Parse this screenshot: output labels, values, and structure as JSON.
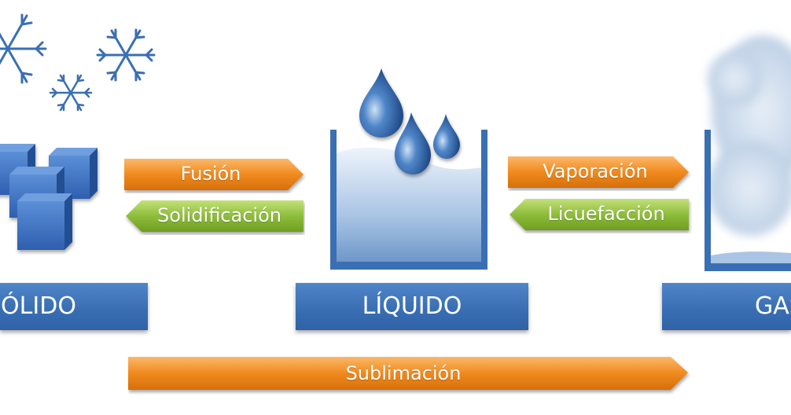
{
  "states": {
    "solid": "SÓLIDO",
    "liquid": "LÍQUIDO",
    "gas": "GAS"
  },
  "processes": {
    "fusion": "Fusión",
    "solidification": "Solidificación",
    "vaporization": "Vaporación",
    "liquefaction": "Licuefacción",
    "sublimation": "Sublimación"
  },
  "colors": {
    "state_box": "#3a6fb3",
    "forward_arrow": "#f08a1e",
    "backward_arrow": "#8dbd3a",
    "icon_blue": "#3b6fb4"
  }
}
